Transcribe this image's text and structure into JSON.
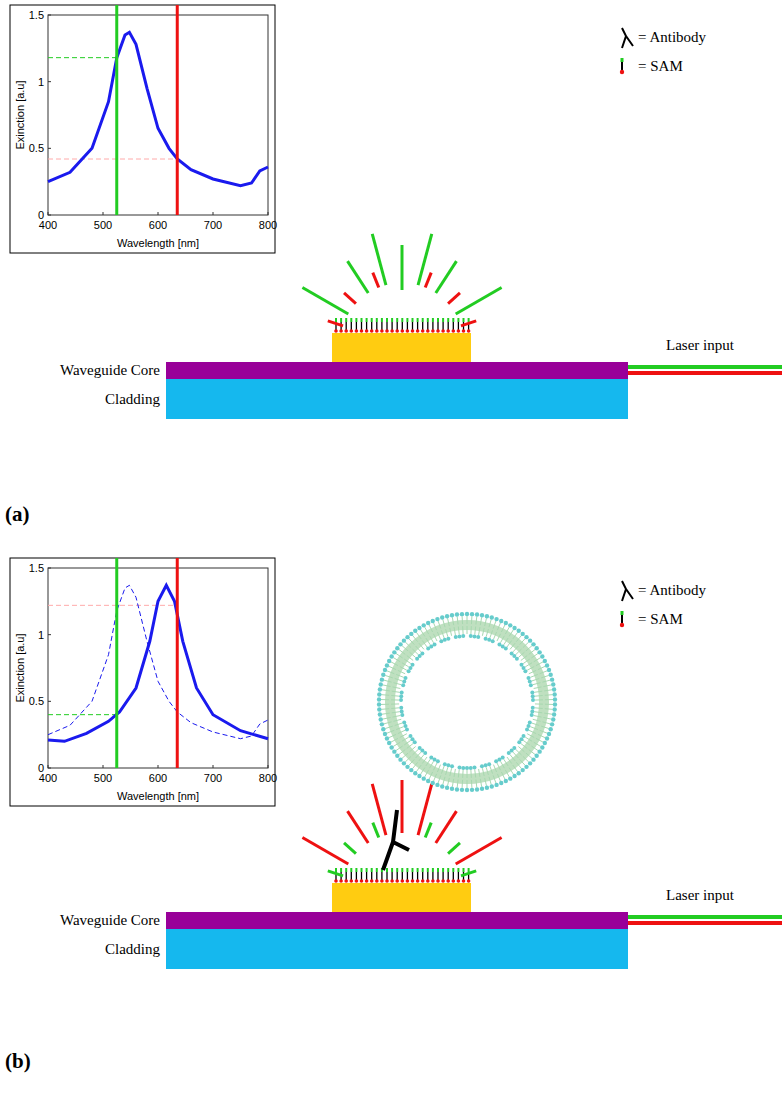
{
  "diagram": {
    "labels": [
      "Exinction [a.u]",
      "Wavelength [nm]",
      "0",
      "0.5",
      "1",
      "1.5",
      "400",
      "500",
      "600",
      "700",
      "800",
      "Waveguide Core",
      "Cladding",
      "Laser input",
      "(a)",
      "Exinction [a.u]",
      "Wavelength [nm]",
      "0",
      "0.5",
      "1",
      "1.5",
      "400",
      "500",
      "600",
      "700",
      "800",
      "Waveguide Core",
      "Cladding",
      "Laser input",
      "(b)"
    ],
    "legend": [
      {
        "text": "= Antibody"
      },
      {
        "text": "= SAM"
      },
      {
        "text": "= Antibody"
      },
      {
        "text": "= SAM"
      }
    ]
  }
}
